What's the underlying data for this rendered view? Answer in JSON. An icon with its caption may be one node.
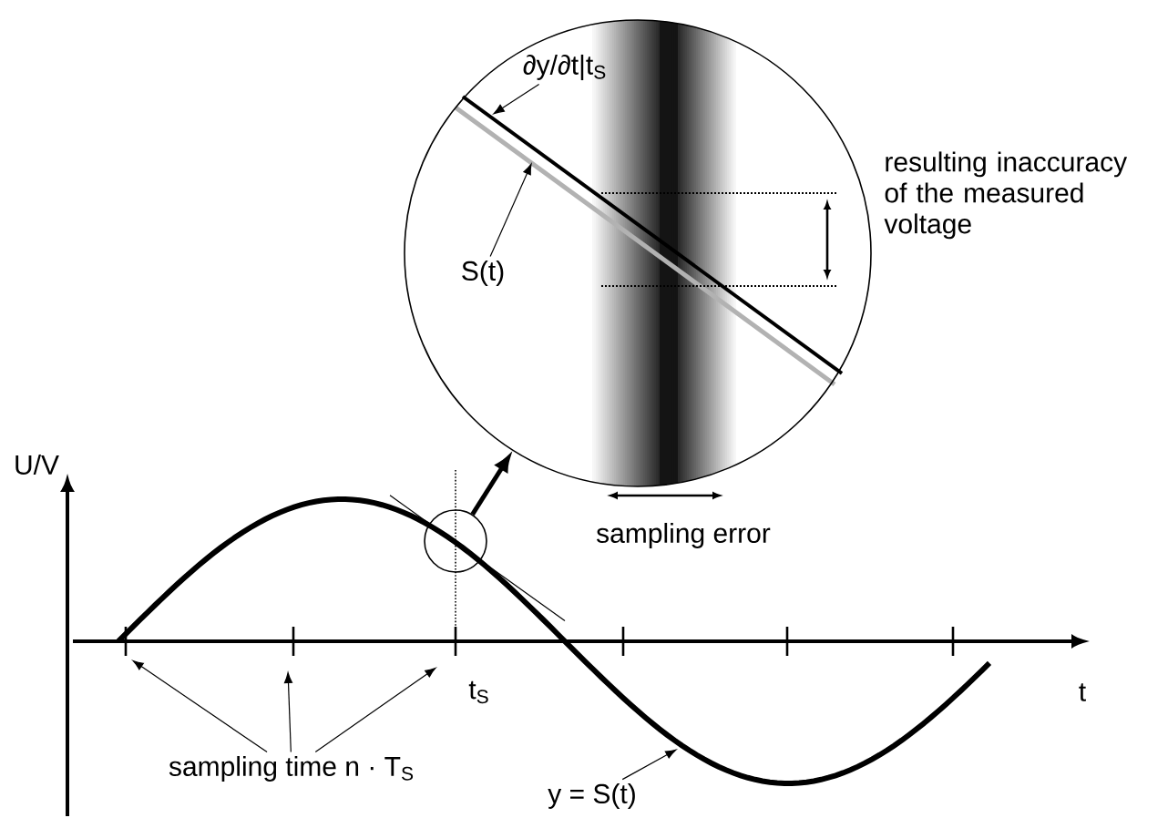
{
  "diagram": {
    "nodes": [
      {
        "text": [],
        "shape": "circle"
      },
      {
        "text": [],
        "shape": "circle"
      },
      {
        "text": [
          "∂y/∂t|t$_{S}$"
        ],
        "in": 1
      },
      {
        "text": [
          "S(t)"
        ],
        "in": 1
      },
      {
        "text": [
          "sampling time n · T$_{S}$"
        ]
      },
      {
        "text": [
          "y = S(t)"
        ]
      }
    ],
    "edges": [
      {
        "from": 0,
        "to": 1,
        "arrow": "to",
        "style": "thick"
      },
      {
        "from": 2,
        "to": null,
        "arrow": "to"
      },
      {
        "from": 3,
        "to": null,
        "arrow": "to"
      },
      {
        "from": 4,
        "to": null,
        "arrow": "to"
      },
      {
        "from": 4,
        "to": null,
        "arrow": "to"
      },
      {
        "from": 4,
        "to": null,
        "arrow": "to"
      },
      {
        "from": 5,
        "to": null,
        "arrow": "to"
      }
    ],
    "labels": [
      "U/V",
      "t$_{S}$",
      "t",
      "resulting inaccuracy of the measured voltage",
      "sampling error"
    ]
  }
}
